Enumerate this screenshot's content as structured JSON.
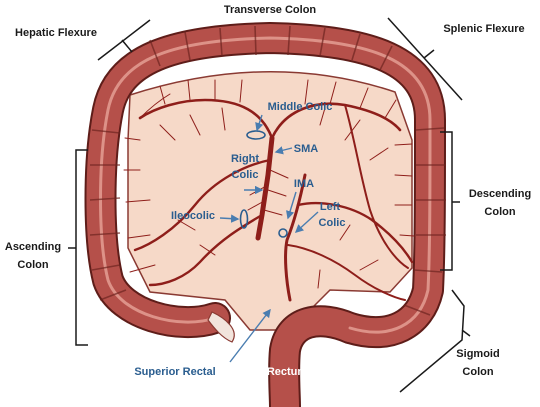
{
  "labels": {
    "transverse_colon": "Transverse Colon",
    "hepatic_flexure": "Hepatic Flexure",
    "splenic_flexure": "Splenic Flexure",
    "ascending_colon_line1": "Ascending",
    "ascending_colon_line2": "Colon",
    "descending_colon_line1": "Descending",
    "descending_colon_line2": "Colon",
    "sigmoid_colon_line1": "Sigmoid",
    "sigmoid_colon_line2": "Colon",
    "rectum": "Rectum",
    "middle_colic": "Middle Colic",
    "sma": "SMA",
    "right_colic_line1": "Right",
    "right_colic_line2": "Colic",
    "ima": "IMA",
    "left_colic_line1": "Left",
    "left_colic_line2": "Colic",
    "ileocolic": "Ileocolic",
    "superior_rectal": "Superior Rectal"
  },
  "colors": {
    "colon_wall": "#b5504a",
    "colon_outline": "#5e1d19",
    "mesentery": "#f6d9c8",
    "vessel": "#8e1e1a",
    "black_label": "#1a1a1a",
    "blue_label": "#2a5d8f",
    "pointer_arrow": "#4a7db0"
  }
}
